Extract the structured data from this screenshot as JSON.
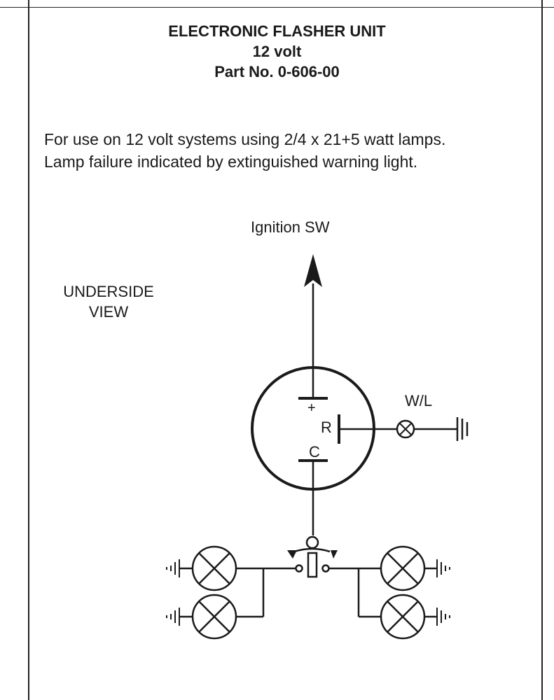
{
  "title": {
    "line1": "ELECTRONIC FLASHER UNIT",
    "line2": "12 volt",
    "line3": "Part No. 0-606-00"
  },
  "description": {
    "line1": "For use on 12 volt systems using 2/4 x 21+5 watt lamps.",
    "line2": "Lamp failure indicated by extinguished warning light."
  },
  "diagram": {
    "ignition_label": "Ignition SW",
    "view_label_line1": "UNDERSIDE",
    "view_label_line2": "VIEW",
    "warning_light_label": "W/L",
    "terminal_plus": "+",
    "terminal_r": "R",
    "terminal_c": "C"
  }
}
